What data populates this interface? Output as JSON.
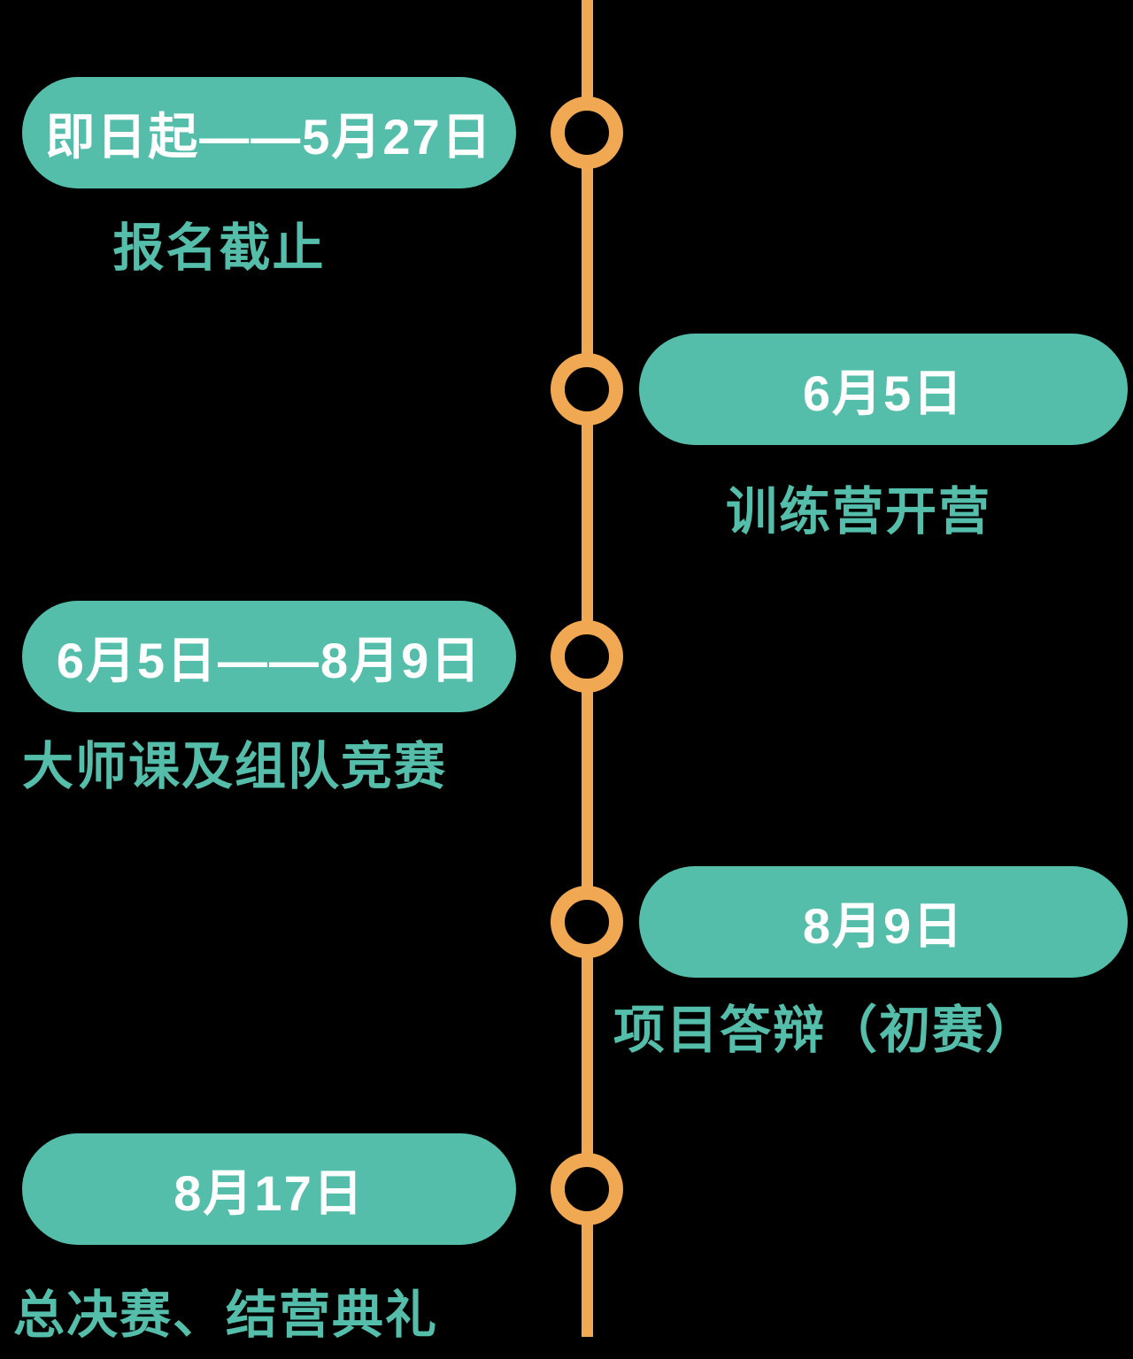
{
  "page": {
    "background_color": "#000000"
  },
  "colors": {
    "teal": "#55BEAB",
    "orange": "#F0A853",
    "pill_text": "#FFFFFF"
  },
  "timeline": {
    "items": [
      {
        "date_label": "即日起——5月27日",
        "caption": "报名截止"
      },
      {
        "date_label": "6月5日",
        "caption": "训练营开营"
      },
      {
        "date_label": "6月5日——8月9日",
        "caption": "大师课及组队竞赛"
      },
      {
        "date_label": "8月9日",
        "caption": "项目答辩（初赛）"
      },
      {
        "date_label": "8月17日",
        "caption": "总决赛、结营典礼"
      }
    ]
  }
}
